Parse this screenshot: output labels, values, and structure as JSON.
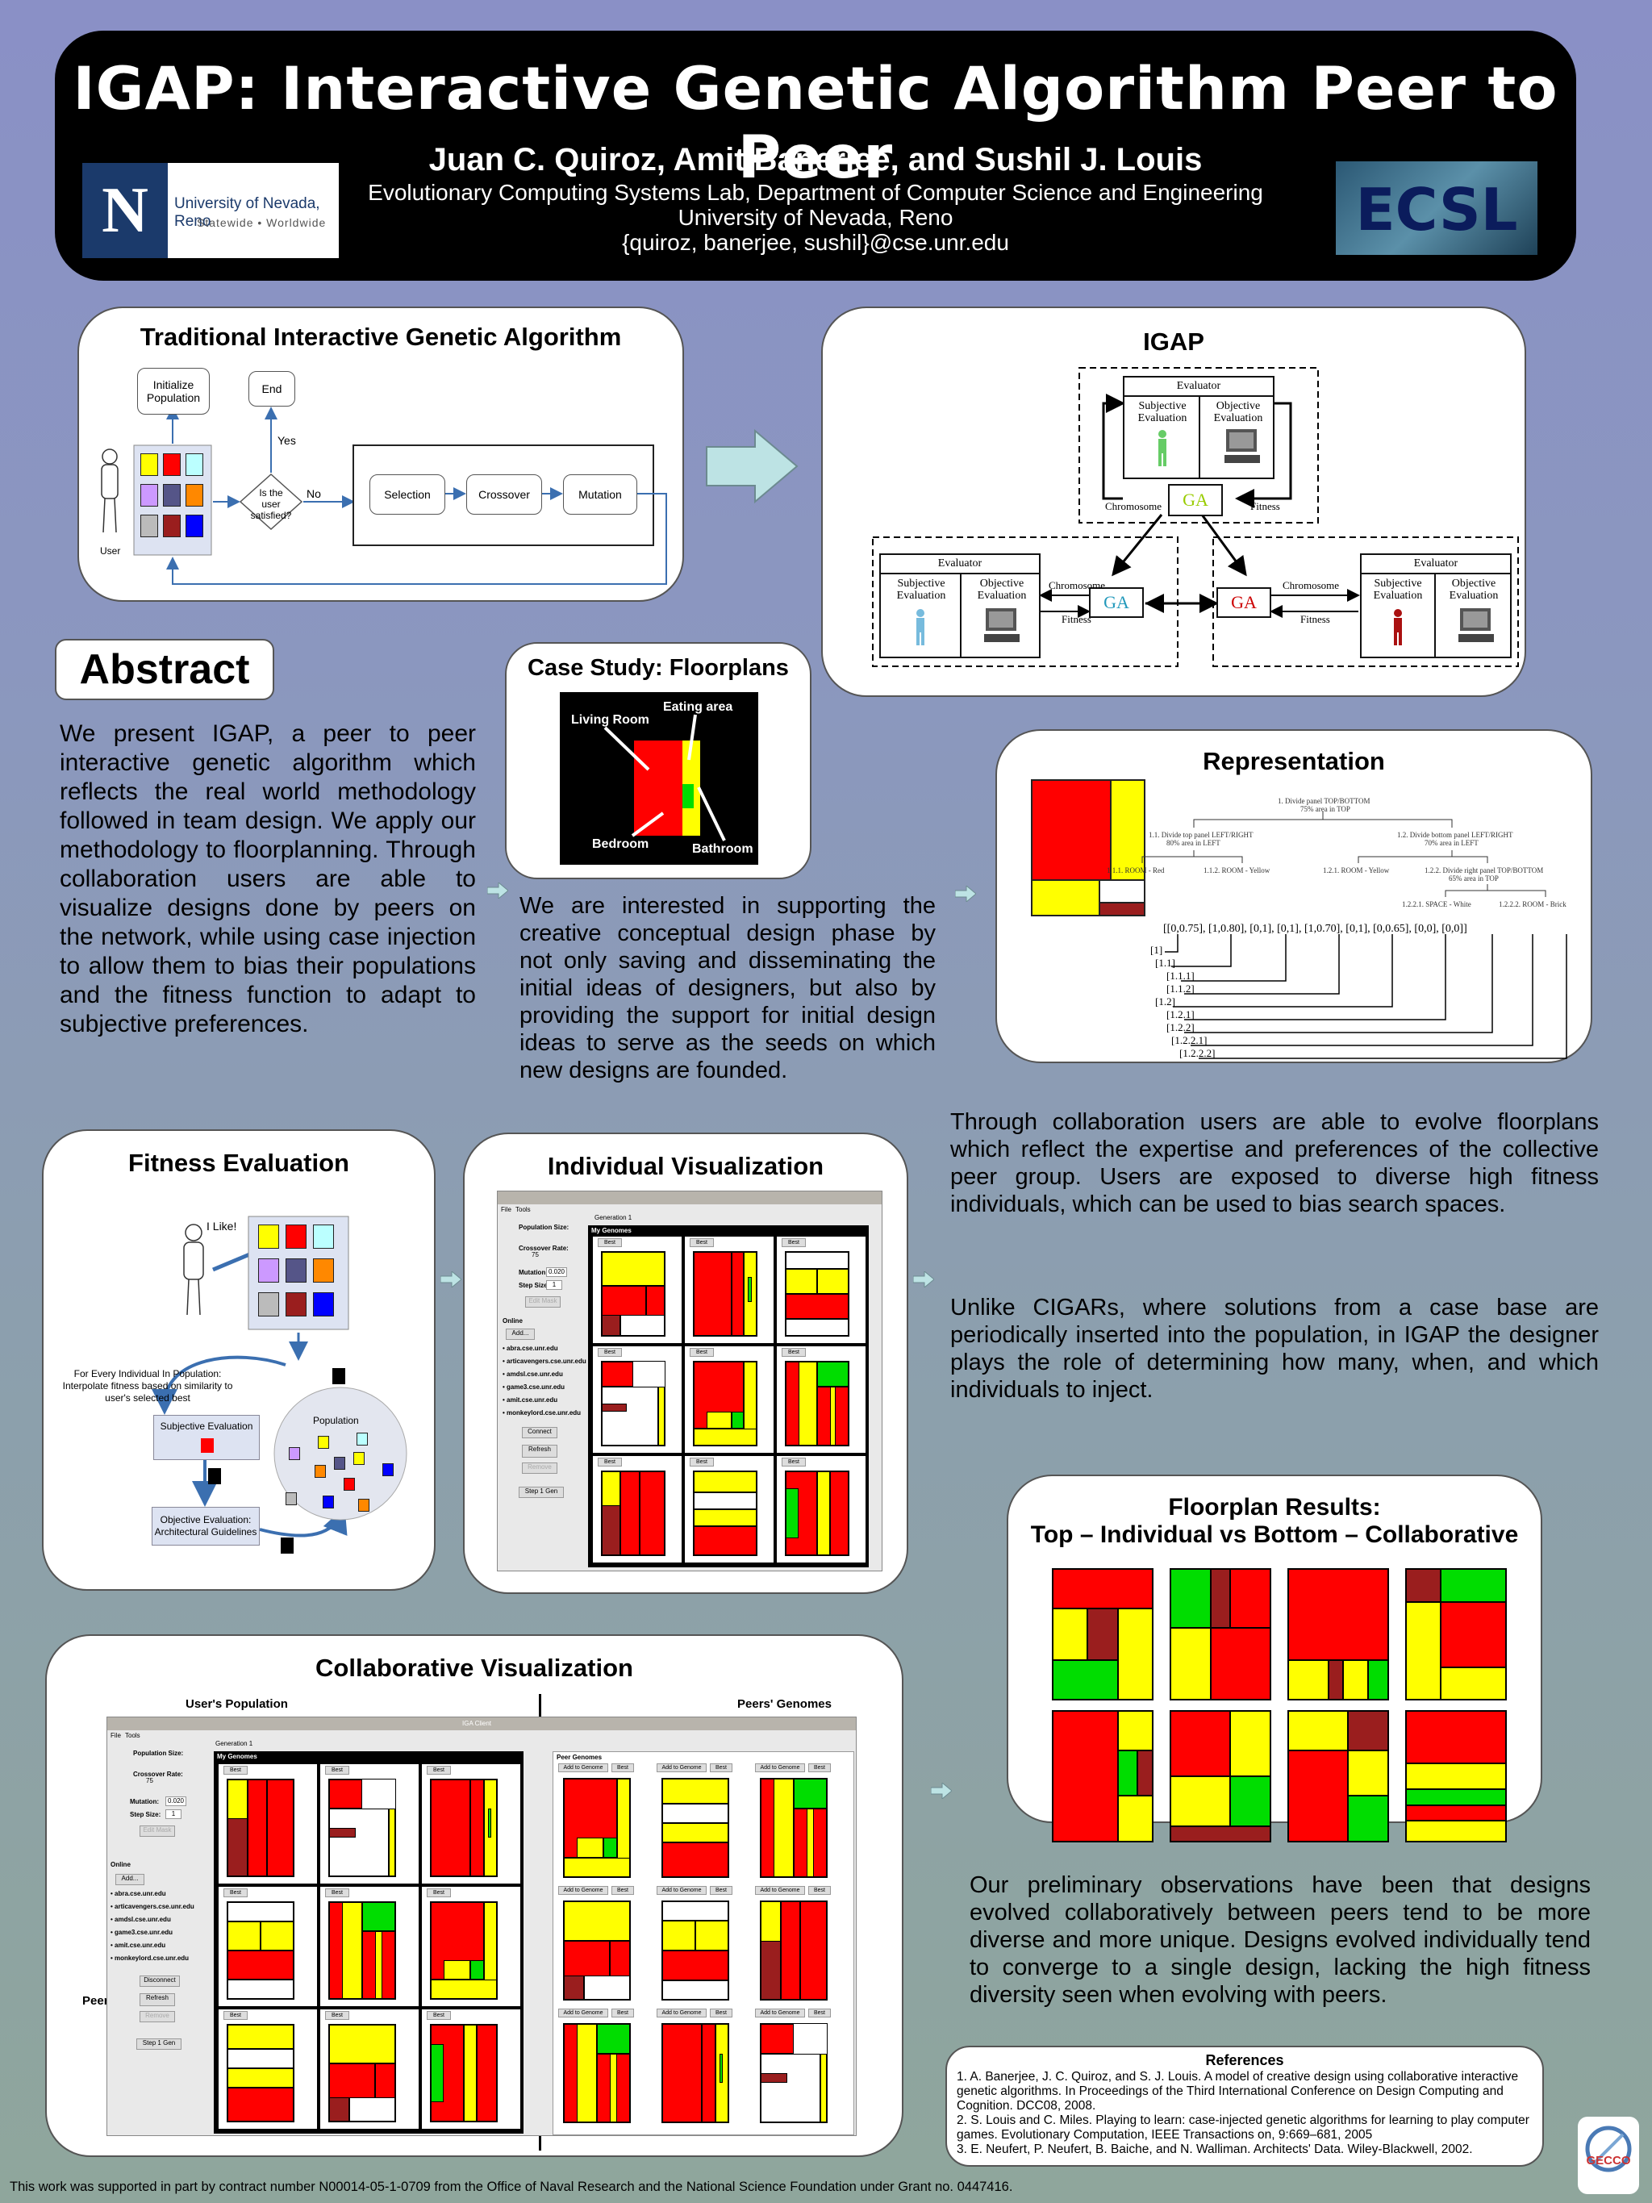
{
  "header": {
    "title": "IGAP: Interactive Genetic Algorithm Peer to Peer",
    "authors": "Juan C. Quiroz, Amit Banerjee, and Sushil J. Louis",
    "affiliation1": "Evolutionary Computing Systems Lab, Department of Computer Science and Engineering",
    "affiliation2": "University of Nevada, Reno",
    "email": "{quiroz, banerjee, sushil}@cse.unr.edu",
    "logo_left_initial": "N",
    "logo_left_name": "University of Nevada, Reno",
    "logo_left_tag": "Statewide • Worldwide",
    "logo_right": "ECSL"
  },
  "traditional": {
    "title": "Traditional Interactive Genetic Algorithm",
    "init": "Initialize Population",
    "end": "End",
    "yes": "Yes",
    "no": "No",
    "decision": "Is the user satisfied?",
    "selection": "Selection",
    "crossover": "Crossover",
    "mutation": "Mutation",
    "user": "User"
  },
  "igap": {
    "title": "IGAP",
    "evaluator": "Evaluator",
    "subjective": "Subjective Evaluation",
    "objective": "Objective Evaluation",
    "ga": "GA",
    "chromosome": "Chromosome",
    "fitness": "Fitness"
  },
  "abstract": {
    "title": "Abstract",
    "text": "We present IGAP, a peer to peer interactive genetic algorithm which reflects the real world methodology followed in team design. We apply our methodology to floorplanning. Through collaboration users are able to visualize designs done by peers on the network, while using case injection to allow them to bias their populations and the fitness function to adapt to subjective preferences."
  },
  "casestudy": {
    "title": "Case Study: Floorplans",
    "living": "Living Room",
    "eating": "Eating area",
    "bedroom": "Bedroom",
    "bathroom": "Bathroom",
    "text": "We are interested in supporting the creative conceptual design phase by not only saving and disseminating the initial ideas of designers, but also by providing the support for initial design ideas to serve as the seeds on which new designs are founded."
  },
  "representation": {
    "title": "Representation",
    "n1": "1. Divide panel TOP/BOTTOM",
    "n1b": "75% area in TOP",
    "n11": "1.1. Divide top panel LEFT/RIGHT",
    "n11b": "80% area in LEFT",
    "n12": "1.2. Divide bottom panel LEFT/RIGHT",
    "n12b": "70% area in LEFT",
    "n111": "1.1.1. ROOM - Red",
    "n112": "1.1.2. ROOM - Yellow",
    "n121": "1.2.1. ROOM - Yellow",
    "n122": "1.2.2. Divide right panel TOP/BOTTOM",
    "n122b": "65% area in TOP",
    "n1221": "1.2.2.1. SPACE - White",
    "n1222": "1.2.2.2. ROOM - Brick",
    "encoding": "[[0,0.75], [1,0.80], [0,1], [0,1], [1,0.70], [0,1], [0,0.65], [0,0], [0,0]]",
    "labels": [
      "[1]",
      "[1.1]",
      "[1.1.1]",
      "[1.1.2]",
      "[1.2]",
      "[1.2.1]",
      "[1.2.2]",
      "[1.2.2.1]",
      "[1.2.2.2]"
    ]
  },
  "fitness": {
    "title": "Fitness Evaluation",
    "ilike": "I Like!",
    "note": "For Every Individual In Population: Interpolate fitness based on similarity to user's selected best",
    "subjective": "Subjective Evaluation",
    "population": "Population",
    "objective": "Objective Evaluation: Architectural Guidelines"
  },
  "individual": {
    "title": "Individual Visualization",
    "menu_file": "File",
    "menu_tools": "Tools",
    "generation": "Generation 1",
    "genomes": "My Genomes",
    "pop_size": "Population Size:",
    "crossover": "Crossover Rate:",
    "crossover_val": "75",
    "mutation": "Mutation:",
    "mutation_val": "0.020",
    "step": "Step Size:",
    "step_val": "1",
    "edit": "Edit Mask",
    "online": "Online",
    "add": "Add...",
    "peers": [
      "abra.cse.unr.edu",
      "articavengers.cse.unr.edu",
      "amdsl.cse.unr.edu",
      "game3.cse.unr.edu",
      "amit.cse.unr.edu",
      "monkeylord.cse.unr.edu"
    ],
    "connect": "Connect",
    "refresh": "Refresh",
    "remove": "Remove",
    "step1": "Step 1 Gen",
    "best": "Best"
  },
  "collab_text1": "Through collaboration users are able to evolve floorplans which reflect the expertise and preferences of the collective peer group. Users are exposed to diverse high fitness individuals, which can be used to bias search spaces.",
  "collab_text2": "Unlike CIGARs, where solutions from a case base are periodically inserted into the population, in IGAP the designer plays the role of determining how many, when, and which individuals to inject.",
  "collaborative": {
    "title": "Collaborative Visualization",
    "users_pop": "User's Population",
    "peers_genomes": "Peers' Genomes",
    "peer_list": "Peer List",
    "peer_genomes": "Peer Genomes",
    "add_to_genome": "Add to Genome",
    "disconnect": "Disconnect",
    "window_title": "IGA Client"
  },
  "results": {
    "title1": "Floorplan Results:",
    "title2": "Top – Individual vs Bottom – Collaborative",
    "text": "Our preliminary observations have been that designs evolved collaboratively between peers tend to be more diverse and more unique.  Designs evolved individually tend to converge to a single design, lacking the high fitness diversity seen when evolving with peers."
  },
  "references": {
    "title": "References",
    "items": [
      "1.  A. Banerjee, J. C. Quiroz, and S. J. Louis. A model of creative design using collaborative interactive genetic algorithms. In Proceedings of the Third International Conference on Design Computing and Cognition. DCC08, 2008.",
      "2.  S. Louis and C. Miles. Playing to learn: case-injected genetic algorithms for learning to play computer games. Evolutionary Computation, IEEE Transactions on, 9:669–681, 2005",
      "3.  E. Neufert, P. Neufert, B. Baiche, and N. Walliman.  Architects' Data. Wiley-Blackwell, 2002."
    ]
  },
  "footer": "This work was supported in part by contract number N00014-05-1-0709 from the Office of Naval Research and the National Science Foundation under Grant no. 0447416.",
  "gecco": "GECCO"
}
